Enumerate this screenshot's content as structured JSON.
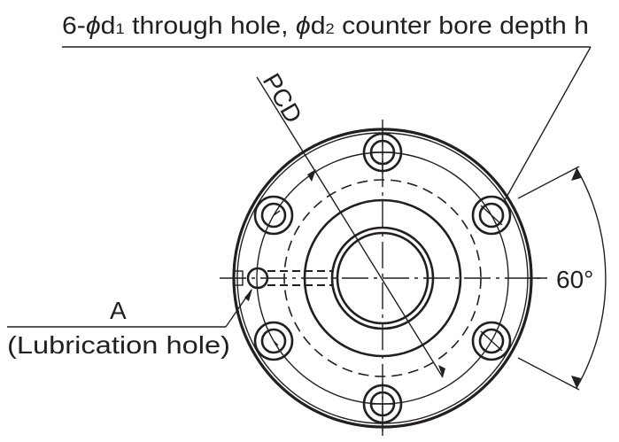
{
  "diagram": {
    "type": "flange-front-view",
    "callout_top": {
      "prefix": "6-",
      "phi1": "ϕ",
      "d1": "d",
      "d1_sub": "1",
      "middle": " through hole, ",
      "phi2": "ϕ",
      "d2": "d",
      "d2_sub": "2",
      "suffix": " counter bore depth h"
    },
    "pcd_label": "PCD",
    "angle_label": "60°",
    "lubrication": {
      "letter": "A",
      "description": "(Lubrication hole)"
    },
    "bolt_hole_count": 6,
    "bolt_hole_spacing_deg": 60,
    "colors": {
      "line": "#231f20",
      "background": "#ffffff"
    }
  }
}
